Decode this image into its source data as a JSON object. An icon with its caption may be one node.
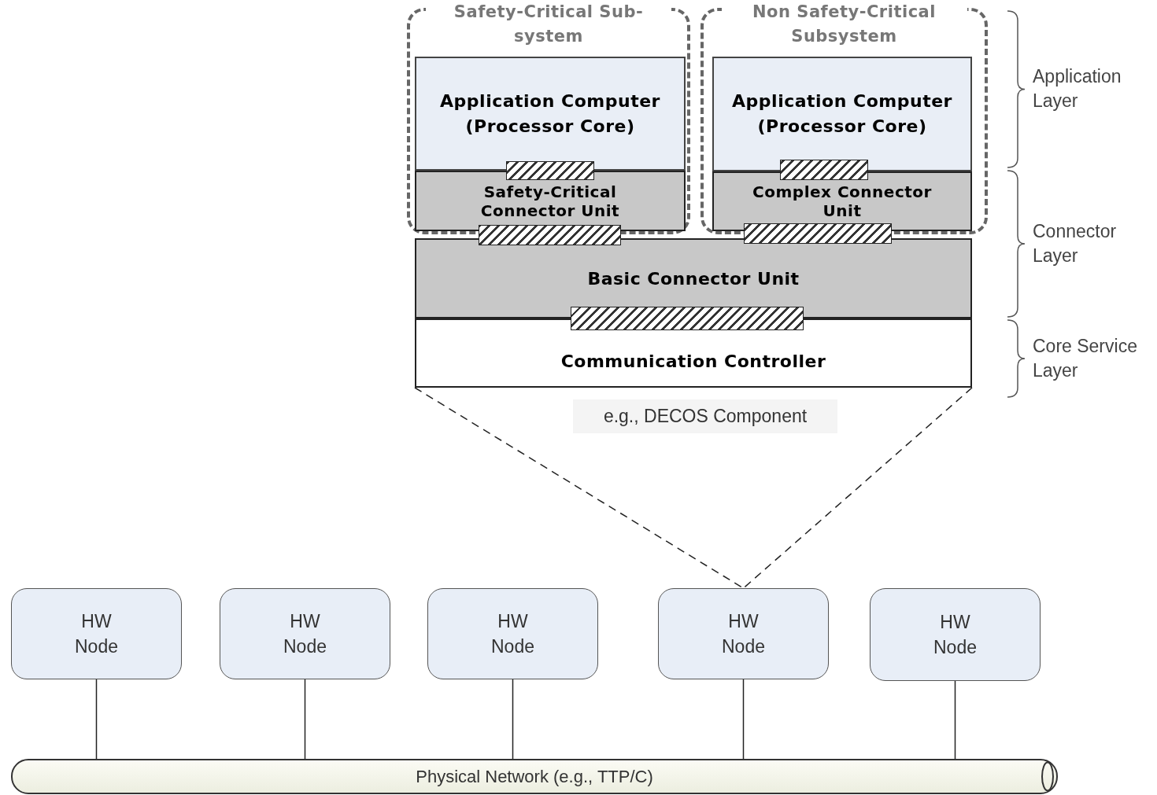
{
  "diagram": {
    "nodes": [
      {
        "text": [
          "Safety-Critical Sub- system"
        ]
      },
      {
        "text": [
          "Application Computer (Processor Core)"
        ],
        "in": 0
      },
      {
        "text": [
          "Safety-Critical Connector Unit"
        ],
        "in": 0
      },
      {
        "text": [
          "Non Safety-Critical Subsystem"
        ]
      },
      {
        "text": [
          "Application Computer (Processor Core)"
        ],
        "in": 3
      },
      {
        "text": [
          "Complex Connector Unit"
        ],
        "in": 3
      },
      {
        "text": [
          "Basic Connector Unit"
        ]
      },
      {
        "text": [
          "Communication Controller"
        ]
      },
      {
        "text": [
          "HW Node"
        ]
      },
      {
        "text": [
          "HW Node"
        ]
      },
      {
        "text": [
          "HW Node"
        ]
      },
      {
        "text": [
          "HW Node"
        ]
      },
      {
        "text": [
          "HW Node"
        ]
      },
      {
        "text": [
          "Physical Network (e.g., TTP/C)"
        ]
      },
      {
        "text": [],
        "shape": "bar",
        "in": 0
      },
      {
        "text": [],
        "shape": "bar",
        "in": 3
      },
      {
        "text": [],
        "shape": "bar"
      },
      {
        "text": [],
        "shape": "bar"
      },
      {
        "text": [],
        "shape": "bar"
      }
    ],
    "edges": [
      {
        "from": 7,
        "to": 11,
        "arrow": "none",
        "style": "dashed"
      },
      {
        "from": 7,
        "to": 11,
        "arrow": "none",
        "style": "dashed"
      },
      {
        "from": 8,
        "to": 13,
        "arrow": "none"
      },
      {
        "from": 9,
        "to": 13,
        "arrow": "none"
      },
      {
        "from": 10,
        "to": 13,
        "arrow": "none"
      },
      {
        "from": 11,
        "to": 13,
        "arrow": "none"
      },
      {
        "from": 12,
        "to": 13,
        "arrow": "none"
      }
    ],
    "labels": [
      "Application Layer",
      "Connector Layer",
      "Core Service Layer",
      "e.g., DECOS Component"
    ]
  }
}
